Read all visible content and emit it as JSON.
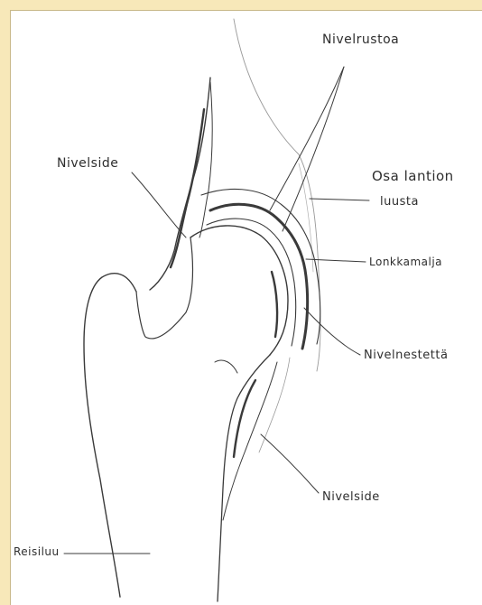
{
  "labels": {
    "nivelrustoa": "Nivelrustoa",
    "nivelside_top": "Nivelside",
    "osa_lantion": "Osa lantion",
    "luusta": "luusta",
    "lonkkamalja": "Lonkkamalja",
    "nivelnestetta": "Nivelnestettä",
    "nivelside_bottom": "Nivelside",
    "reisiluu": "Reisiluu"
  },
  "colors": {
    "background": "#f7e8b9",
    "paper": "#ffffff",
    "ink": "#3a3a3a"
  }
}
